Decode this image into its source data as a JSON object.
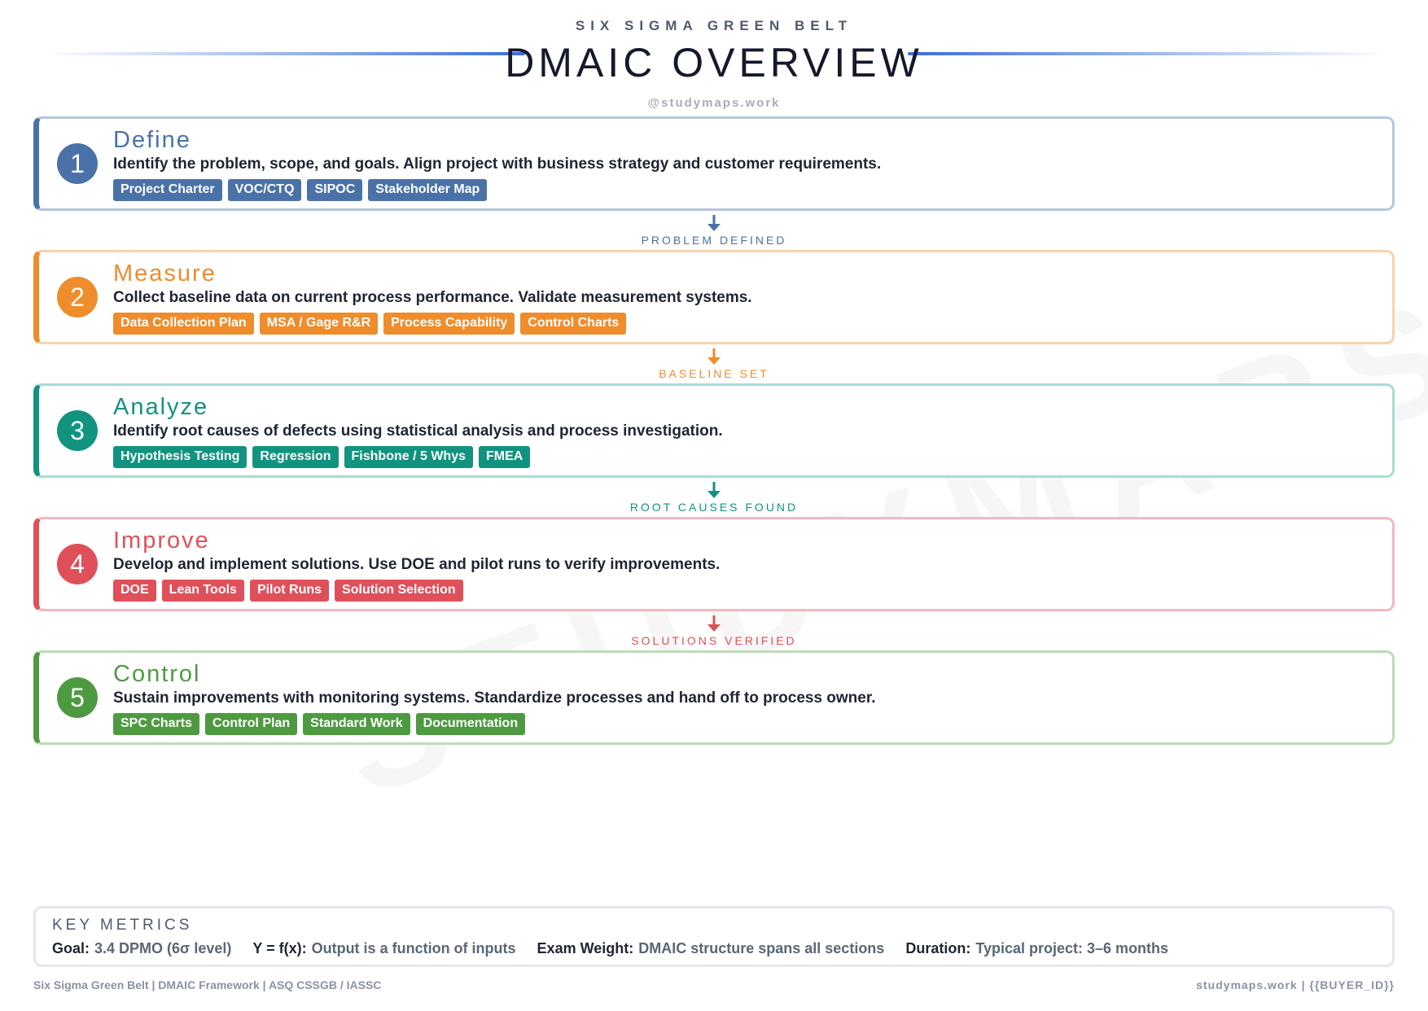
{
  "header": {
    "kicker": "SIX SIGMA GREEN BELT",
    "title": "DMAIC OVERVIEW",
    "handle": "@studymaps.work",
    "accent": "#3b6ed6"
  },
  "phases": [
    {
      "number": "1",
      "name": "Define",
      "description": "Identify the problem, scope, and goals. Align project with business strategy and customer requirements.",
      "tags": [
        "Project Charter",
        "VOC/CTQ",
        "SIPOC",
        "Stakeholder Map"
      ],
      "color": "#4a72a8",
      "border": "#b6c6db",
      "connector": "PROBLEM DEFINED"
    },
    {
      "number": "2",
      "name": "Measure",
      "description": "Collect baseline data on current process performance. Validate measurement systems.",
      "tags": [
        "Data Collection Plan",
        "MSA / Gage R&R",
        "Process Capability",
        "Control Charts"
      ],
      "color": "#ef8c2b",
      "border": "#f8d3ad",
      "connector": "BASELINE SET"
    },
    {
      "number": "3",
      "name": "Analyze",
      "description": "Identify root causes of defects using statistical analysis and process investigation.",
      "tags": [
        "Hypothesis Testing",
        "Regression",
        "Fishbone / 5 Whys",
        "FMEA"
      ],
      "color": "#12937f",
      "border": "#a7dcd3",
      "connector": "ROOT CAUSES FOUND"
    },
    {
      "number": "4",
      "name": "Improve",
      "description": "Develop and implement solutions. Use DOE and pilot runs to verify improvements.",
      "tags": [
        "DOE",
        "Lean Tools",
        "Pilot Runs",
        "Solution Selection"
      ],
      "color": "#e0505a",
      "border": "#f3b9bd",
      "connector": "SOLUTIONS VERIFIED"
    },
    {
      "number": "5",
      "name": "Control",
      "description": "Sustain improvements with monitoring systems. Standardize processes and hand off to process owner.",
      "tags": [
        "SPC Charts",
        "Control Plan",
        "Standard Work",
        "Documentation"
      ],
      "color": "#4e9a40",
      "border": "#bfdbb7",
      "connector": ""
    }
  ],
  "metrics": {
    "title": "KEY METRICS",
    "items": [
      {
        "label": "Goal:",
        "value": "3.4 DPMO (6σ level)"
      },
      {
        "label": "Y = f(x):",
        "value": "Output is a function of inputs"
      },
      {
        "label": "Exam Weight:",
        "value": "DMAIC structure spans all sections"
      },
      {
        "label": "Duration:",
        "value": "Typical project: 3–6 months"
      }
    ]
  },
  "footer": {
    "left": "Six Sigma Green Belt | DMAIC Framework | ASQ CSSGB / IASSC",
    "right": "studymaps.work | {{BUYER_ID}}"
  }
}
